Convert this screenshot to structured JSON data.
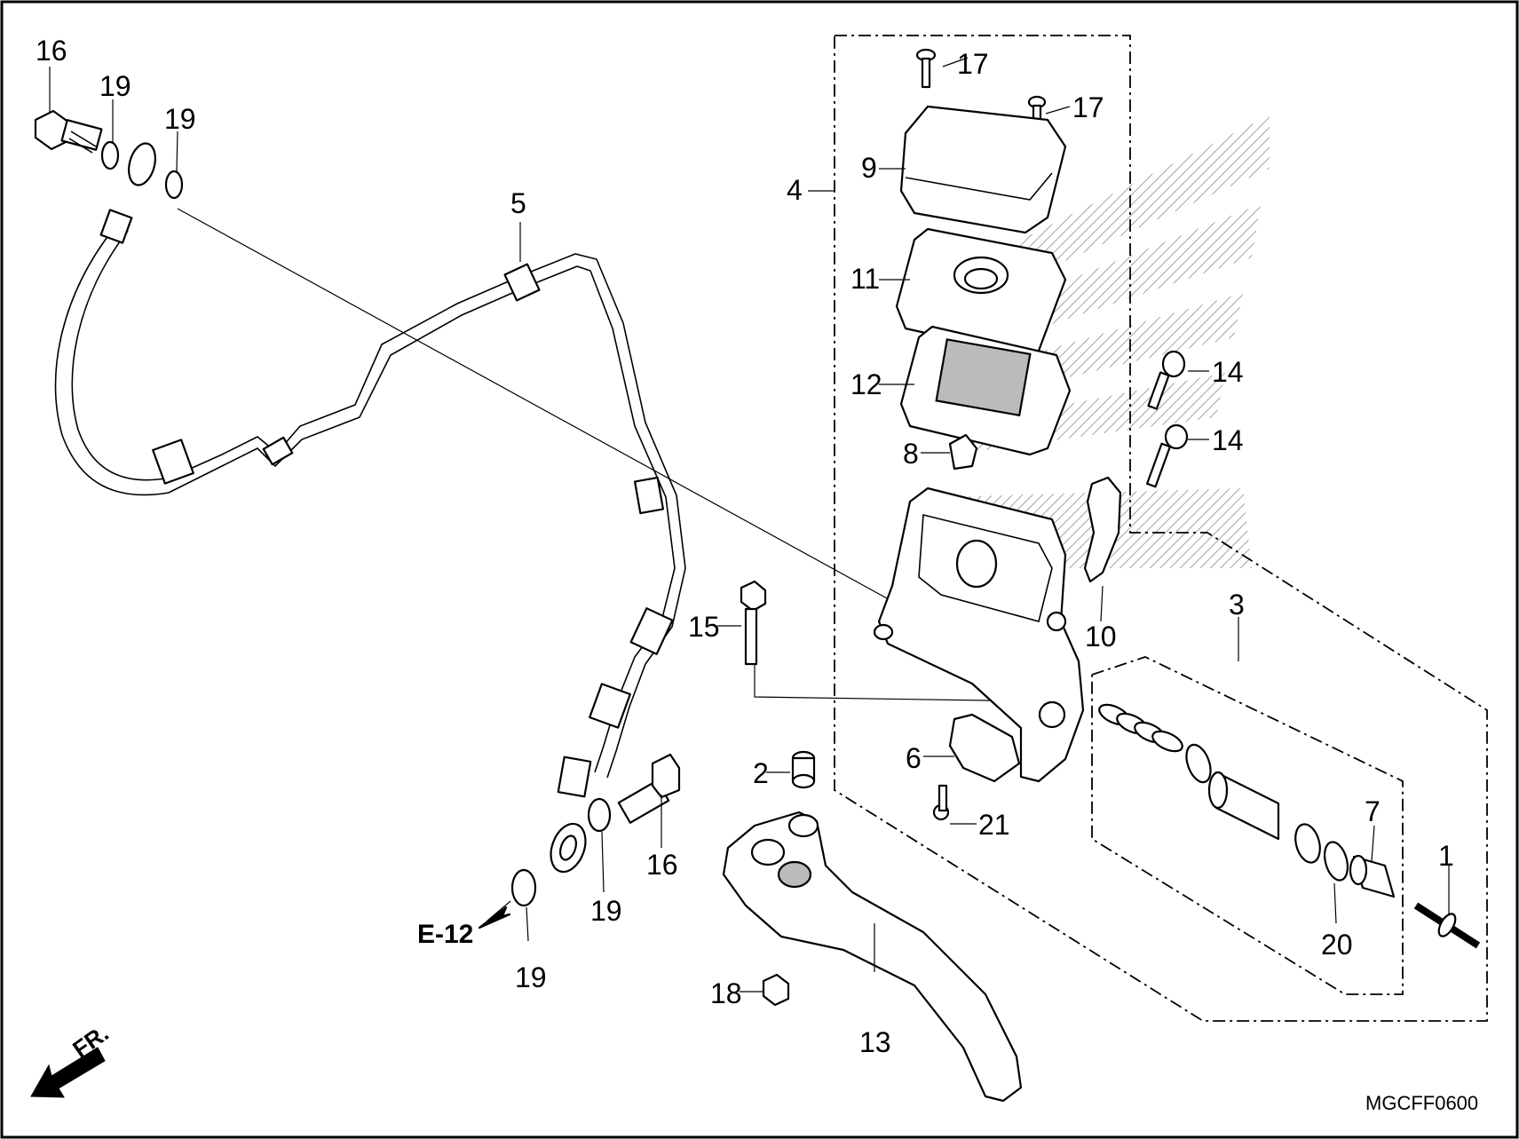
{
  "diagram_code": "MGCFF0600",
  "reference_label": "E-12",
  "direction_label": "FR.",
  "callouts": {
    "p1": "1",
    "p2": "2",
    "p3": "3",
    "p4": "4",
    "p5": "5",
    "p6": "6",
    "p7": "7",
    "p8": "8",
    "p9": "9",
    "p10": "10",
    "p11": "11",
    "p12": "12",
    "p13": "13",
    "p14a": "14",
    "p14b": "14",
    "p15": "15",
    "p16a": "16",
    "p16b": "16",
    "p17a": "17",
    "p17b": "17",
    "p18": "18",
    "p19a": "19",
    "p19b": "19",
    "p19c": "19",
    "p19d": "19",
    "p20": "20",
    "p21": "21"
  }
}
